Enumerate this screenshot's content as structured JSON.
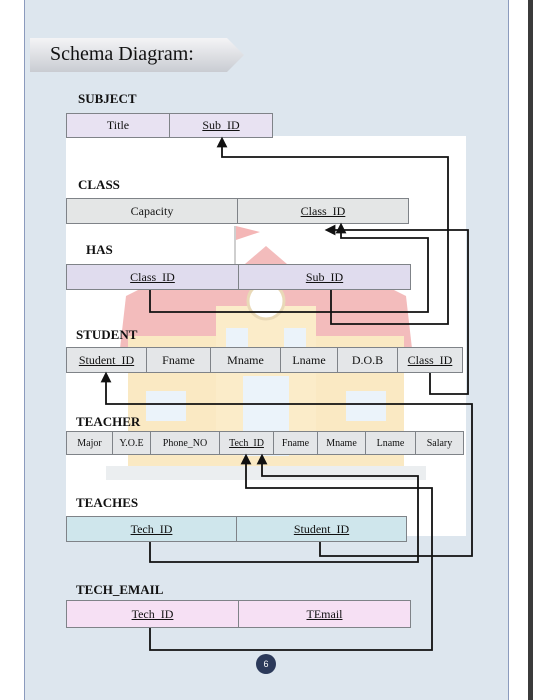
{
  "heading": "Schema Diagram:",
  "colors": {
    "page_bg": "#dde6ee",
    "lines": "#111111",
    "subject_fill": "#e8e2f2",
    "class_fill": "#e4e6e6",
    "has_fill": "#e0dcee",
    "student_fill": "#e4e6e8",
    "teacher_fill": "#e4e6e8",
    "teaches_fill": "#cfe6ec",
    "email_fill": "#f6e0f4"
  },
  "tables": {
    "subject": {
      "name": "SUBJECT",
      "fields": [
        "Title",
        "Sub_ID"
      ]
    },
    "class": {
      "name": "CLASS",
      "fields": [
        "Capacity",
        "Class_ID"
      ]
    },
    "has": {
      "name": "HAS",
      "fields": [
        "Class_ID",
        "Sub_ID"
      ]
    },
    "student": {
      "name": "STUDENT",
      "fields": [
        "Student_ID",
        "Fname",
        "Mname",
        "Lname",
        "D.O.B",
        "Class_ID"
      ]
    },
    "teacher": {
      "name": "TEACHER",
      "fields": [
        "Major",
        "Y.O.E",
        "Phone_NO",
        "Tech_ID",
        "Fname",
        "Mname",
        "Lname",
        "Salary"
      ]
    },
    "teaches": {
      "name": "TEACHES",
      "fields": [
        "Tech_ID",
        "Student_ID"
      ]
    },
    "tech_email": {
      "name": "TECH_EMAIL",
      "fields": [
        "Tech_ID",
        "TEmail"
      ]
    }
  },
  "page_number": "6"
}
